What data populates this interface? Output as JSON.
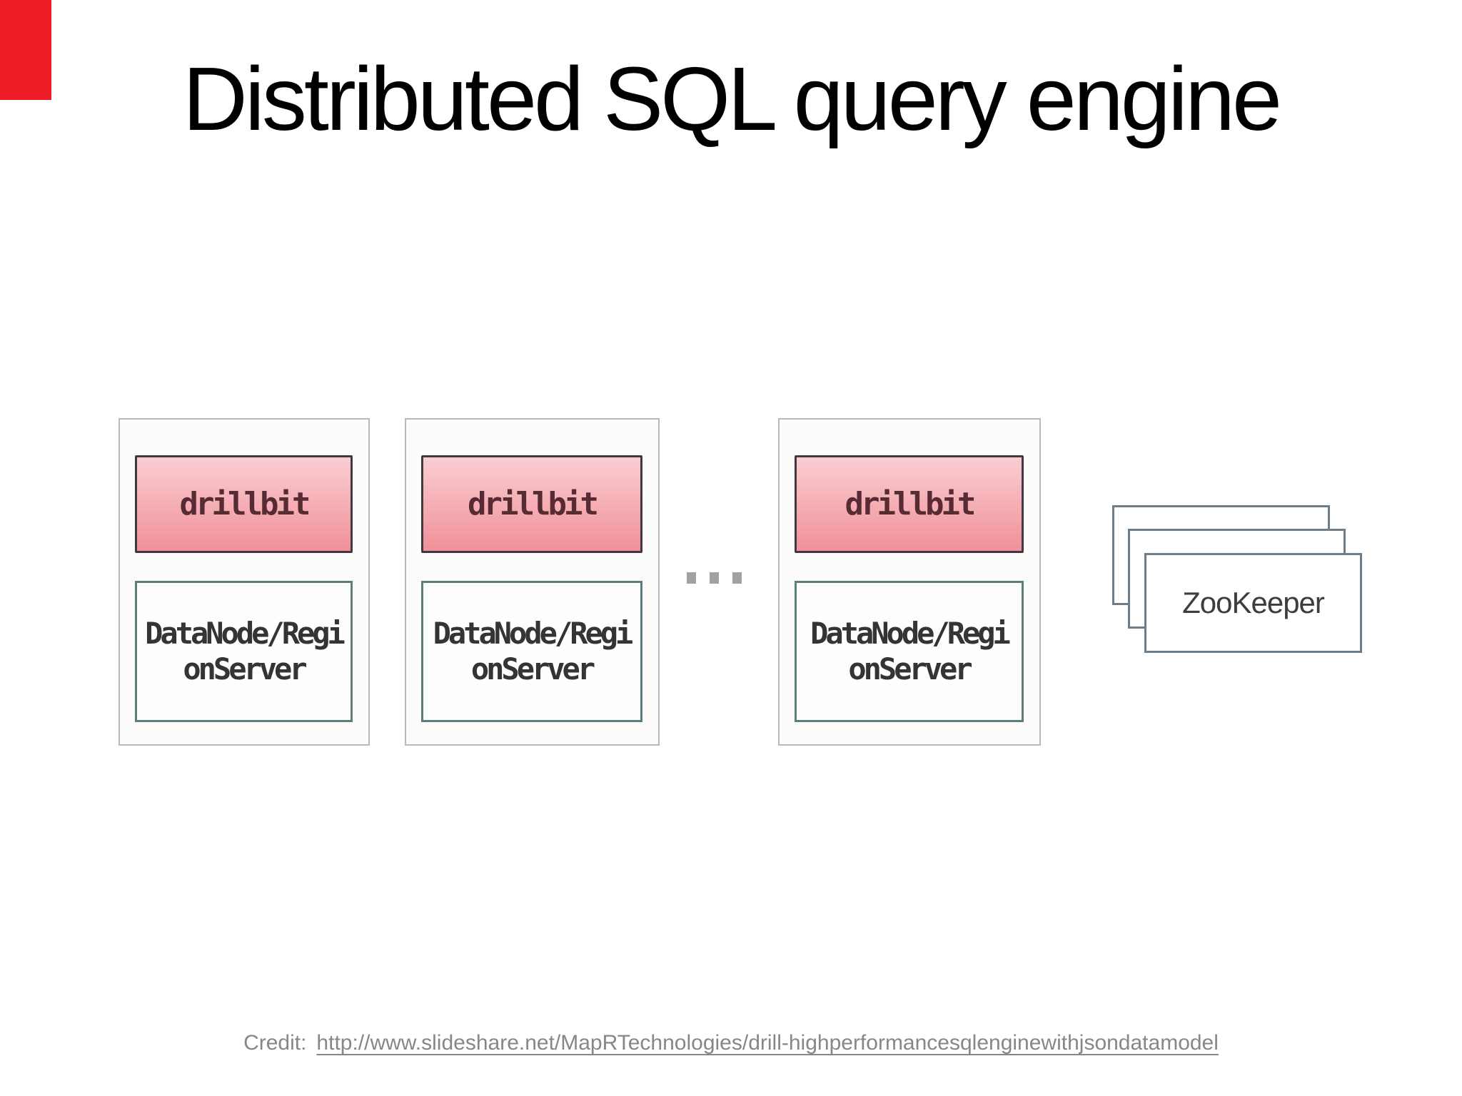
{
  "slide": {
    "title": "Distributed SQL query engine"
  },
  "colors": {
    "page_bg": "#ffffff",
    "title_text": "#000000",
    "red_marker": "#ee1c25",
    "group_border": "#b9b9b9",
    "group_bg": "#fcfcfb",
    "drillbit_border": "#413844",
    "drillbit_gradient_top": "#f9ced1",
    "drillbit_gradient_bottom": "#f19099",
    "drillbit_text": "#572b34",
    "datanode_border": "#5d7f7c",
    "datanode_bg": "#fdfefd",
    "datanode_text": "#343434",
    "zookeeper_border": "#6f7d88",
    "zookeeper_bg": "#ffffff",
    "zookeeper_text": "#3d3d3d",
    "dots_color": "#a2a2a2",
    "credit_text": "#878787"
  },
  "nodes": [
    {
      "drillbit": "drillbit",
      "datanode_line1": "DataNode/Regi",
      "datanode_line2": "onServer"
    },
    {
      "drillbit": "drillbit",
      "datanode_line1": "DataNode/Regi",
      "datanode_line2": "onServer"
    },
    {
      "drillbit": "drillbit",
      "datanode_line1": "DataNode/Regi",
      "datanode_line2": "onServer"
    }
  ],
  "ellipsis": {
    "dot_count": 3
  },
  "zookeeper": {
    "label": "ZooKeeper",
    "stack_count": 3
  },
  "credit": {
    "prefix": "Credit:",
    "url_text": "http://www.slideshare.net/MapRTechnologies/drill-highperformancesqlenginewithjsondatamodel"
  }
}
